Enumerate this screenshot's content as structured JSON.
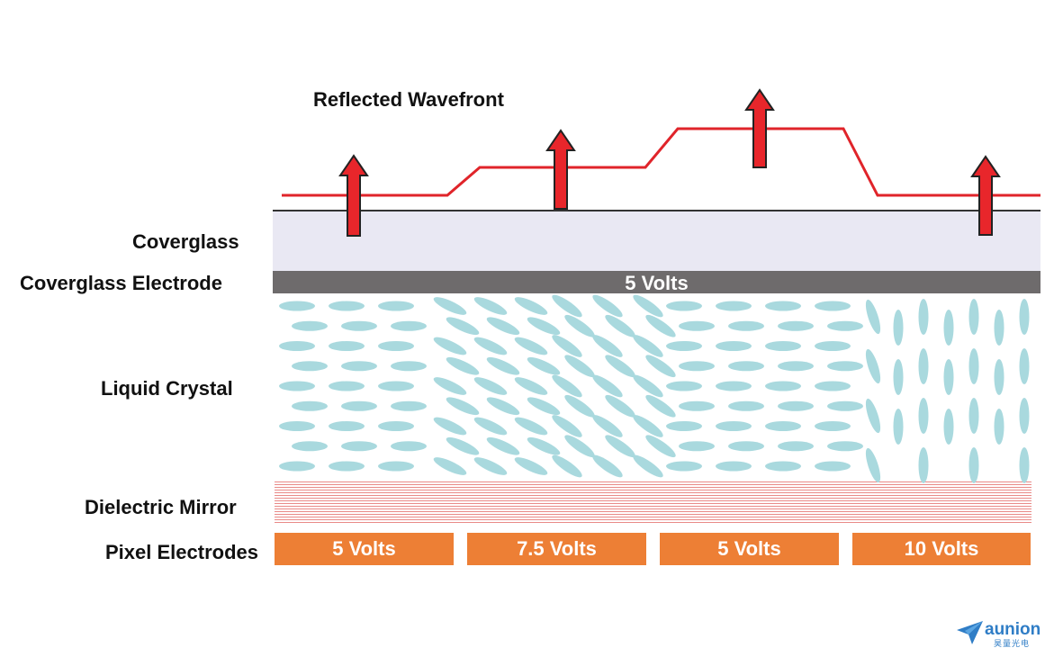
{
  "title": "Reflected Wavefront",
  "layers": {
    "coverglass": "Coverglass",
    "coverglass_electrode": "Coverglass Electrode",
    "liquid_crystal": "Liquid Crystal",
    "dielectric_mirror": "Dielectric Mirror",
    "pixel_electrodes": "Pixel Electrodes"
  },
  "coverglass_voltage": "5 Volts",
  "pixels": [
    {
      "label": "5 Volts"
    },
    {
      "label": "7.5 Volts"
    },
    {
      "label": "5 Volts"
    },
    {
      "label": "10 Volts"
    }
  ],
  "colors": {
    "wavefront": "#e0242a",
    "arrow_fill": "#e8262b",
    "liquid_crystal": "#a9d9de",
    "electrode": "#6e6b6c",
    "pixel": "#ed7f35",
    "mirror_lines": "#e98a88",
    "coverglass": "#e9e8f3"
  },
  "logo": {
    "name": "aunion",
    "sub": "昊量光电",
    "icon": "paper-plane-icon"
  }
}
